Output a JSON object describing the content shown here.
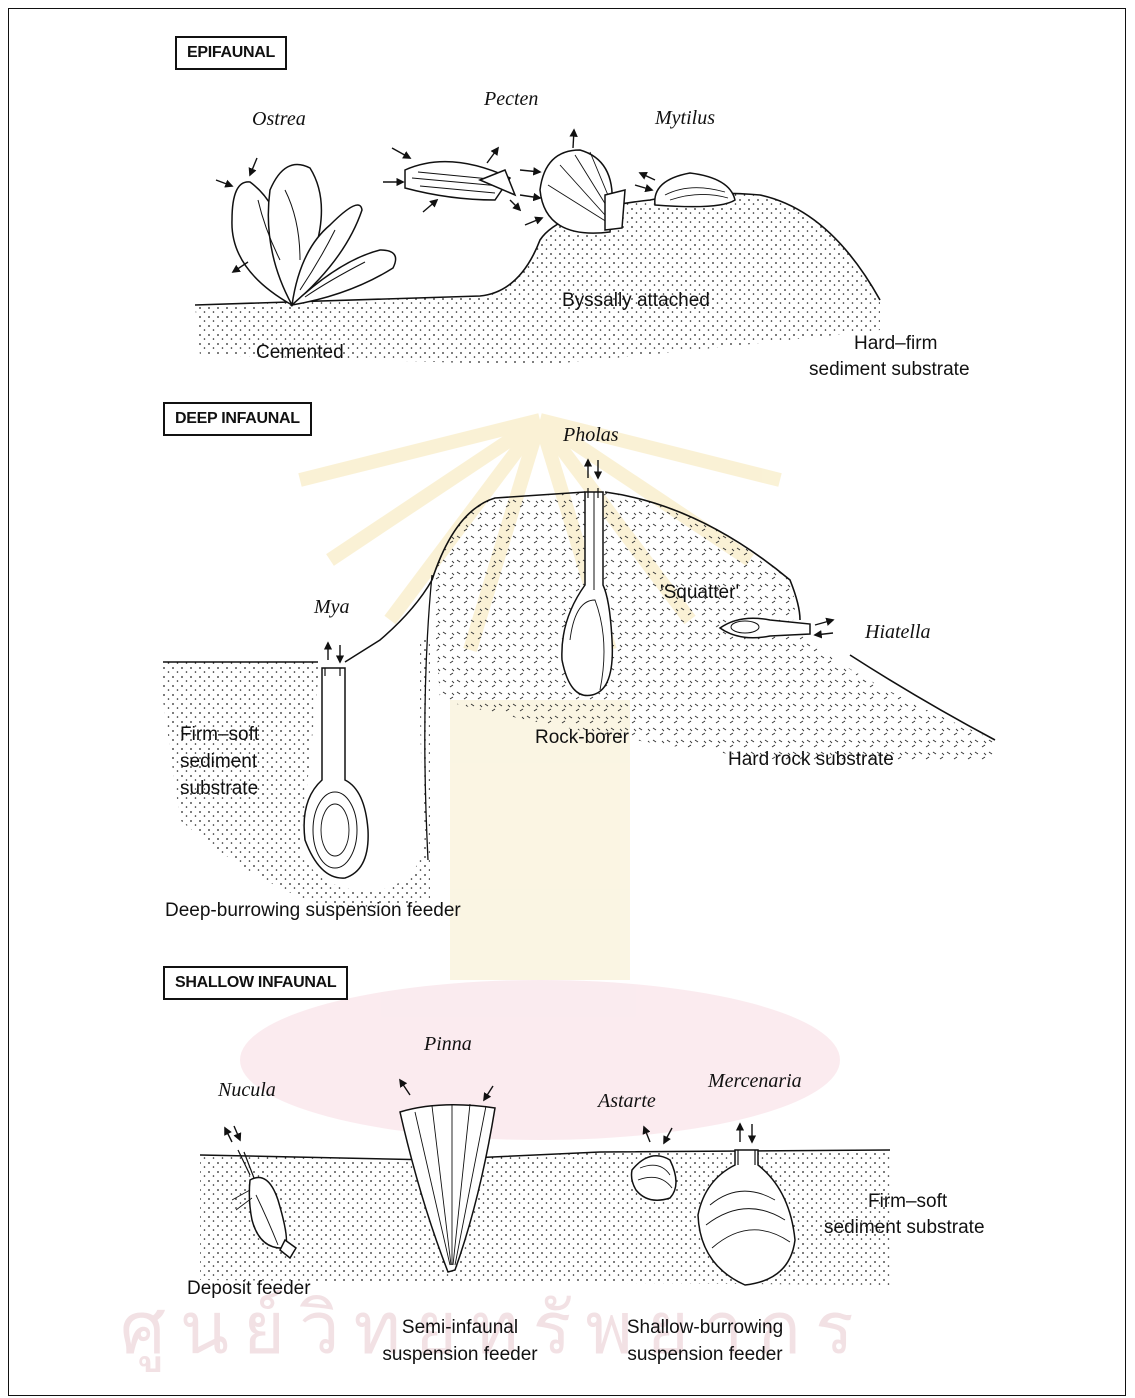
{
  "sections": {
    "epifaunal": "EPIFAUNAL",
    "deep_infaunal": "DEEP INFAUNAL",
    "shallow_infaunal": "SHALLOW INFAUNAL"
  },
  "species": {
    "ostrea": "Ostrea",
    "pecten": "Pecten",
    "mytilus": "Mytilus",
    "pholas": "Pholas",
    "mya": "Mya",
    "hiatella": "Hiatella",
    "pinna": "Pinna",
    "nucula": "Nucula",
    "astarte": "Astarte",
    "mercenaria": "Mercenaria"
  },
  "labels": {
    "byssally_attached": "Byssally attached",
    "cemented": "Cemented",
    "hard_firm_l1": "Hard–firm",
    "hard_firm_l2": "sediment substrate",
    "squatter": "'Squatter'",
    "firm_soft_l1": "Firm–soft",
    "firm_soft_l2": "sediment",
    "firm_soft_l3": "substrate",
    "rock_borer": "Rock-borer",
    "hard_rock": "Hard rock substrate",
    "deep_burrowing": "Deep-burrowing suspension feeder",
    "firm_soft2_l1": "Firm–soft",
    "firm_soft2_l2": "sediment substrate",
    "deposit_feeder": "Deposit feeder",
    "semi_l1": "Semi-infaunal",
    "semi_l2": "suspension feeder",
    "shallow_l1": "Shallow-burrowing",
    "shallow_l2": "suspension feeder"
  },
  "watermark": {
    "text": "ศูนย์วิทยทรัพยากร",
    "color": "#e8c9cf"
  }
}
